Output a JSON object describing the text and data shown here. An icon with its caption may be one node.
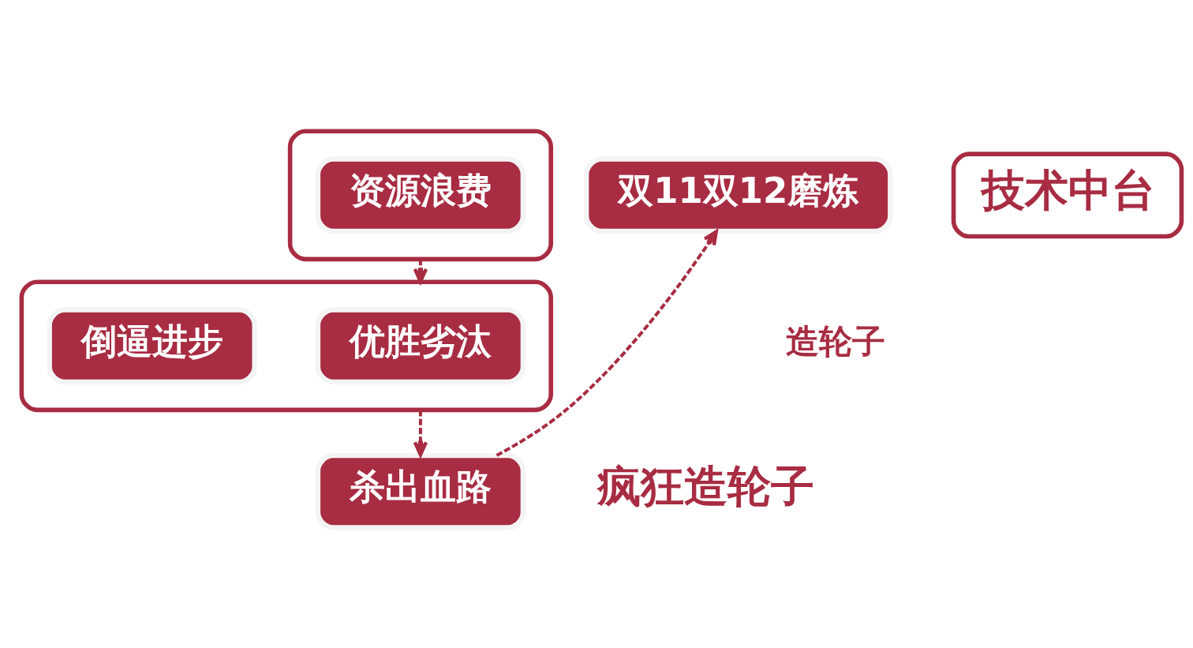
{
  "diagram": {
    "nodes": [
      {
        "text": [],
        "shape": "box"
      },
      {
        "text": [
          "资源浪费"
        ],
        "in": 0
      },
      {
        "text": [],
        "shape": "box"
      },
      {
        "text": [
          "优胜劣汰"
        ],
        "in": 2
      },
      {
        "text": [
          "倒逼进步"
        ],
        "in": 2
      },
      {
        "text": [
          "技术中台"
        ]
      },
      {
        "text": [
          "双11双12磨炼"
        ]
      },
      {
        "text": [
          "杀出血路"
        ]
      }
    ],
    "edges": [
      {
        "from": 0,
        "to": 2,
        "arrow": "to",
        "style": "dashed"
      },
      {
        "from": 2,
        "to": 7,
        "arrow": "to",
        "style": "dashed"
      },
      {
        "from": 7,
        "to": 6,
        "arrow": "to",
        "style": "dashed"
      }
    ],
    "labels": [
      "造轮子",
      "疯狂造轮子"
    ]
  }
}
